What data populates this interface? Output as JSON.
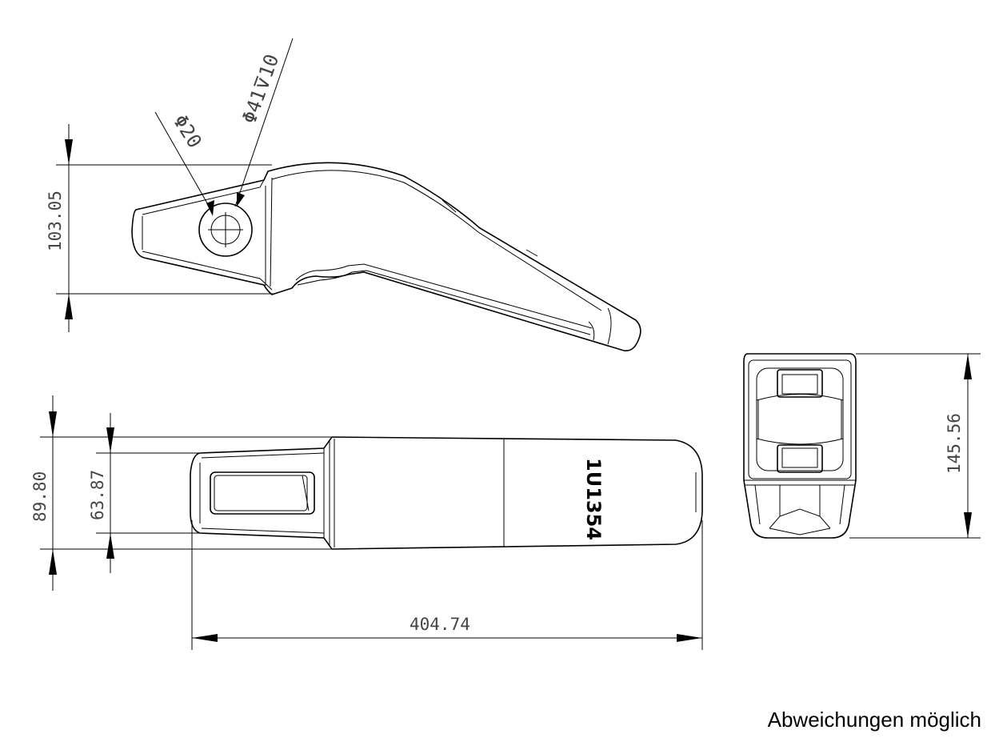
{
  "dimensions": {
    "side_height": "103.05",
    "hole_diameter": "Φ20",
    "counterbore": "Φ41⊽10",
    "top_overall_height": "89.80",
    "top_inner_height": "63.87",
    "overall_length": "404.74",
    "end_height": "145.56"
  },
  "part_marking": "1U1354",
  "note": "Abweichungen möglich"
}
